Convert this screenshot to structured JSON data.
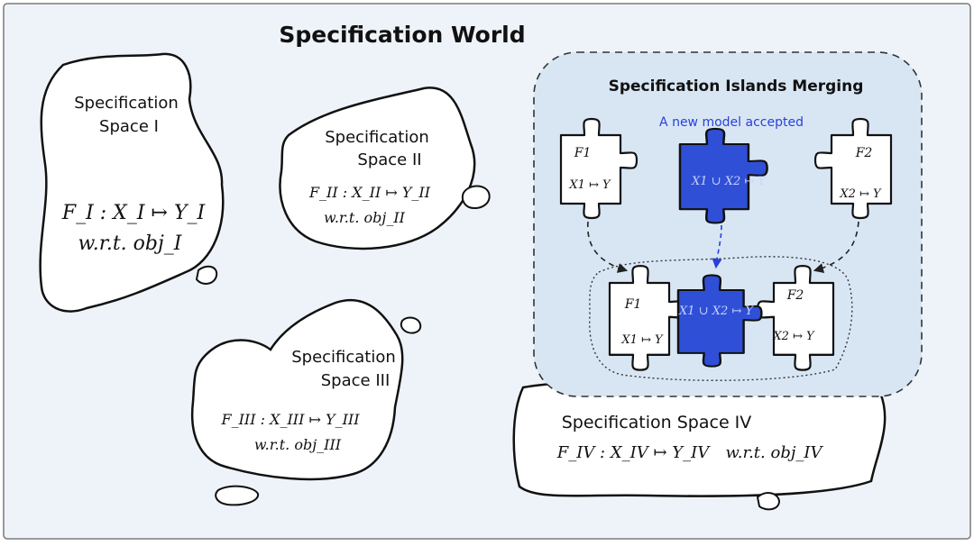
{
  "title": "Specification World",
  "colors": {
    "background": "#eef3f9",
    "frame": "#7a7a7a",
    "merge_panel": "#d8e6f4",
    "new_model": "#2f4fd6",
    "accent_text": "#2a3fd8",
    "island_fill": "#ffffff",
    "ink": "#111111"
  },
  "islands": [
    {
      "label_1": "Specification",
      "label_2": "Space I",
      "formula": "F_I : X_I ↦ Y_I",
      "wrt": "w.r.t. obj_I"
    },
    {
      "label_1": "Specification",
      "label_2": "Space II",
      "formula": "F_II : X_II ↦ Y_II",
      "wrt": "w.r.t. obj_II"
    },
    {
      "label_1": "Specification",
      "label_2": "Space III",
      "formula": "F_III : X_III ↦ Y_III",
      "wrt": "w.r.t. obj_III"
    },
    {
      "label_1": "Specification Space IV",
      "formula": "F_IV : X_IV ↦ Y_IV",
      "wrt": "w.r.t. obj_IV"
    }
  ],
  "merge": {
    "title": "Specification Islands Merging",
    "note": "A new model accepted",
    "piece_f1": {
      "name": "F1",
      "mapping": "X1 ↦ Y"
    },
    "piece_f2": {
      "name": "F2",
      "mapping": "X2 ↦ Y"
    },
    "piece_new": {
      "mapping": "X1 ∪ X2 ↦ Y"
    }
  },
  "icons": [
    "jigsaw-piece-icon",
    "dashed-arrow-icon",
    "island-rock-icon"
  ]
}
